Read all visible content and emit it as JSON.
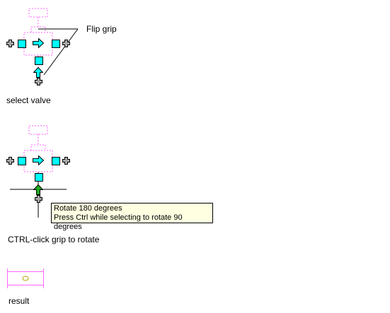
{
  "colors": {
    "grip_cyan": "#00ffff",
    "grip_outline": "#000000",
    "dash_magenta": "#ff66ff",
    "plus_grip": "#a8a8a8",
    "active_grip": "#22aa22",
    "tooltip_bg": "#ffffe1",
    "result_circle": "#b8a000"
  },
  "steps": [
    {
      "caption": "select valve",
      "callout": "Flip grip"
    },
    {
      "caption": "CTRL-click grip to rotate",
      "tooltip": {
        "line1": "Rotate 180 degrees",
        "line2": "Press Ctrl while selecting to rotate 90 degrees"
      }
    },
    {
      "caption": "result"
    }
  ],
  "icons": [
    "add-grip-icon",
    "location-grip-icon",
    "flip-arrow-icon",
    "crosshair-cursor-icon",
    "valve-symbol-icon"
  ]
}
